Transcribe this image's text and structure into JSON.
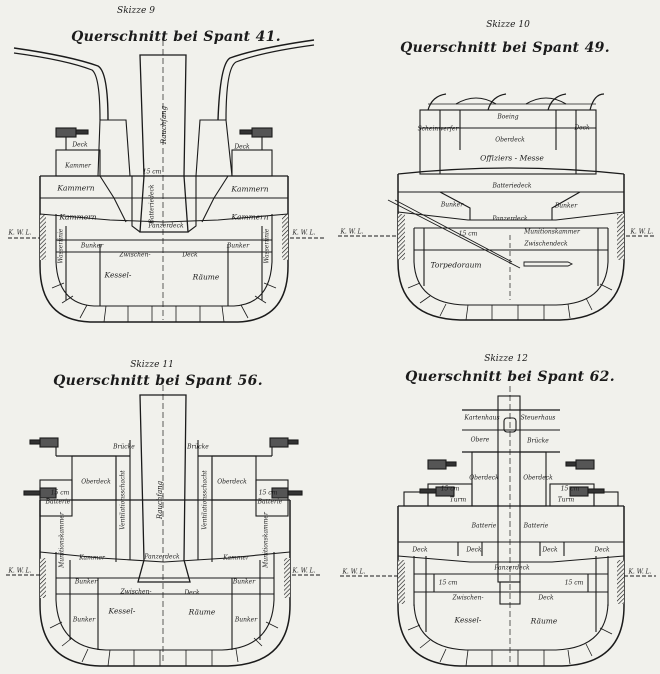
{
  "drawings": [
    {
      "sketch": "Skizze 9",
      "title": "Querschnitt bei Spant 41.",
      "labels": {
        "funnel": "Rauchfang",
        "funnel_sub": "15 cm",
        "deck_a": "Deck",
        "deck_b": "Deck",
        "kammer_a": "Kammer",
        "kammern_l": "Kammern",
        "kammern_r": "Kammern",
        "kammern_l2": "Kammern",
        "kammern_r2": "Kammern",
        "batterie": "Batteriedeck",
        "panzerdeck": "Panzerdeck",
        "bunker_l": "Bunker",
        "bunker_r": "Bunker",
        "zwischen": "Zwischen-",
        "deck_c": "Deck",
        "kessel": "Kessel-",
        "raume": "Räume",
        "w_l": "Wasserlinie",
        "w_r": "Wasserlinie",
        "wl_l": "K. W. L.",
        "wl_r": "K. W. L."
      }
    },
    {
      "sketch": "Skizze 10",
      "title": "Querschnitt bei Spant 49.",
      "labels": {
        "boeing": "Boeing",
        "schwartz": "Scheinwerfer",
        "deck": "Deck",
        "oberdeck": "Oberdeck",
        "offiziers": "Offiziers - Messe",
        "batterie": "Batteriedeck",
        "bunker_l": "Bunker",
        "bunker_r": "Bunker",
        "panzerdeck": "Panzerdeck",
        "gang": "15 cm",
        "munition": "Munitionskammer",
        "zwischendeck": "Zwischendeck",
        "torpedo": "Torpedoraum",
        "wl_l": "K. W. L.",
        "wl_r": "K. W. L."
      }
    },
    {
      "sketch": "Skizze 11",
      "title": "Querschnitt bei Spant 56.",
      "labels": {
        "brucke_l": "Brücke",
        "brucke_r": "Brücke",
        "oberdeck_l": "Oberdeck",
        "oberdeck_r": "Oberdeck",
        "rauchfang": "Rauchfang",
        "ventil_l": "Ventilationsschacht",
        "ventil_r": "Ventilationsschacht",
        "cm_l": "15 cm",
        "cm_r": "15 cm",
        "batterie_l": "Batterie",
        "batterie_r": "Batterie",
        "kammer_l": "Kammer",
        "kammer_r": "Kammer",
        "munition_l": "Munitionskammer",
        "munition_r": "Munitionskammer",
        "panzerdeck": "Panzerdeck",
        "bunker_l": "Bunker",
        "bunker_r": "Bunker",
        "zwischen": "Zwischen-",
        "deck": "Deck",
        "kessel": "Kessel-",
        "raume": "Räume",
        "bunker_l2": "Bunker",
        "bunker_r2": "Bunker",
        "wl_l": "K. W. L.",
        "wl_r": "K. W. L."
      }
    },
    {
      "sketch": "Skizze 12",
      "title": "Querschnitt bei Spant 62.",
      "labels": {
        "kartenhaus": "Kartenhaus",
        "steuerhaus": "Steuerhaus",
        "obere": "Obere",
        "brucke": "Brücke",
        "oberdeck_l": "Oberdeck",
        "oberdeck_r": "Oberdeck",
        "cm_l": "15 cm",
        "cm_r": "15 cm",
        "turm_l": "Turm",
        "turm_r": "Turm",
        "batterie_l": "Batterie",
        "batterie_r": "Batterie",
        "deck_l": "Deck",
        "deck_r": "Deck",
        "deck_l2": "Deck",
        "deck_r2": "Deck",
        "panzerdeck": "Panzerdeck",
        "zwischen": "Zwischen-",
        "deck_c": "Deck",
        "kessel": "Kessel-",
        "raume": "Räume",
        "mun_l": "15 cm",
        "mun_r": "15 cm",
        "wl_l": "K. W. L.",
        "wl_r": "K. W. L."
      }
    }
  ],
  "colors": {
    "paper": "#f1f1ec",
    "ink": "#1b1b1b",
    "armor": "#1a1a1a"
  }
}
